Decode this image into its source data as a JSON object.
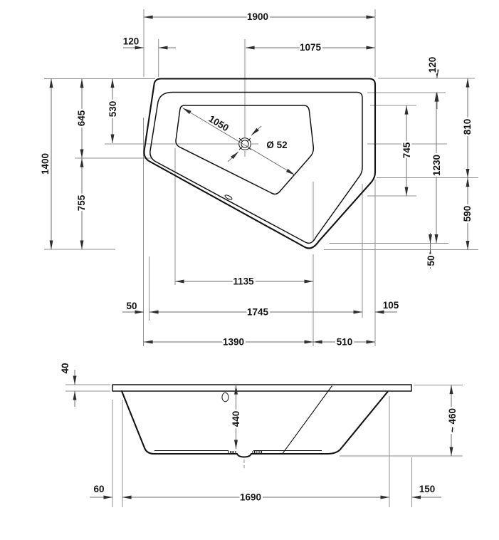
{
  "drawing": {
    "plan": {
      "overall_width": "1900",
      "corner_offset_top": "120",
      "drain_to_right_edge": "1075",
      "overall_depth": "1400",
      "left_to_edge_start": "645",
      "top_to_drain": "530",
      "diagonal_drop": "755",
      "basin_diagonal": "1050",
      "drain_diameter": "Ø 52",
      "rim_width_right": "120",
      "top_to_right_corner": "810",
      "basin_height": "745",
      "rim_inner_height": "1230",
      "corner_to_bottom": "590",
      "rim_width_bottom": "50",
      "basin_to_vertex": "1135",
      "rim_width_left": "50",
      "rim_inner_width": "1745",
      "rim_width_right_bottom": "105",
      "left_to_vertex": "1390",
      "vertex_to_right": "510"
    },
    "side": {
      "rim_thickness": "40",
      "inner_depth": "440",
      "overall_height": "~ 460",
      "left_overhang": "60",
      "base_length": "1690",
      "right_overhang": "150"
    }
  }
}
